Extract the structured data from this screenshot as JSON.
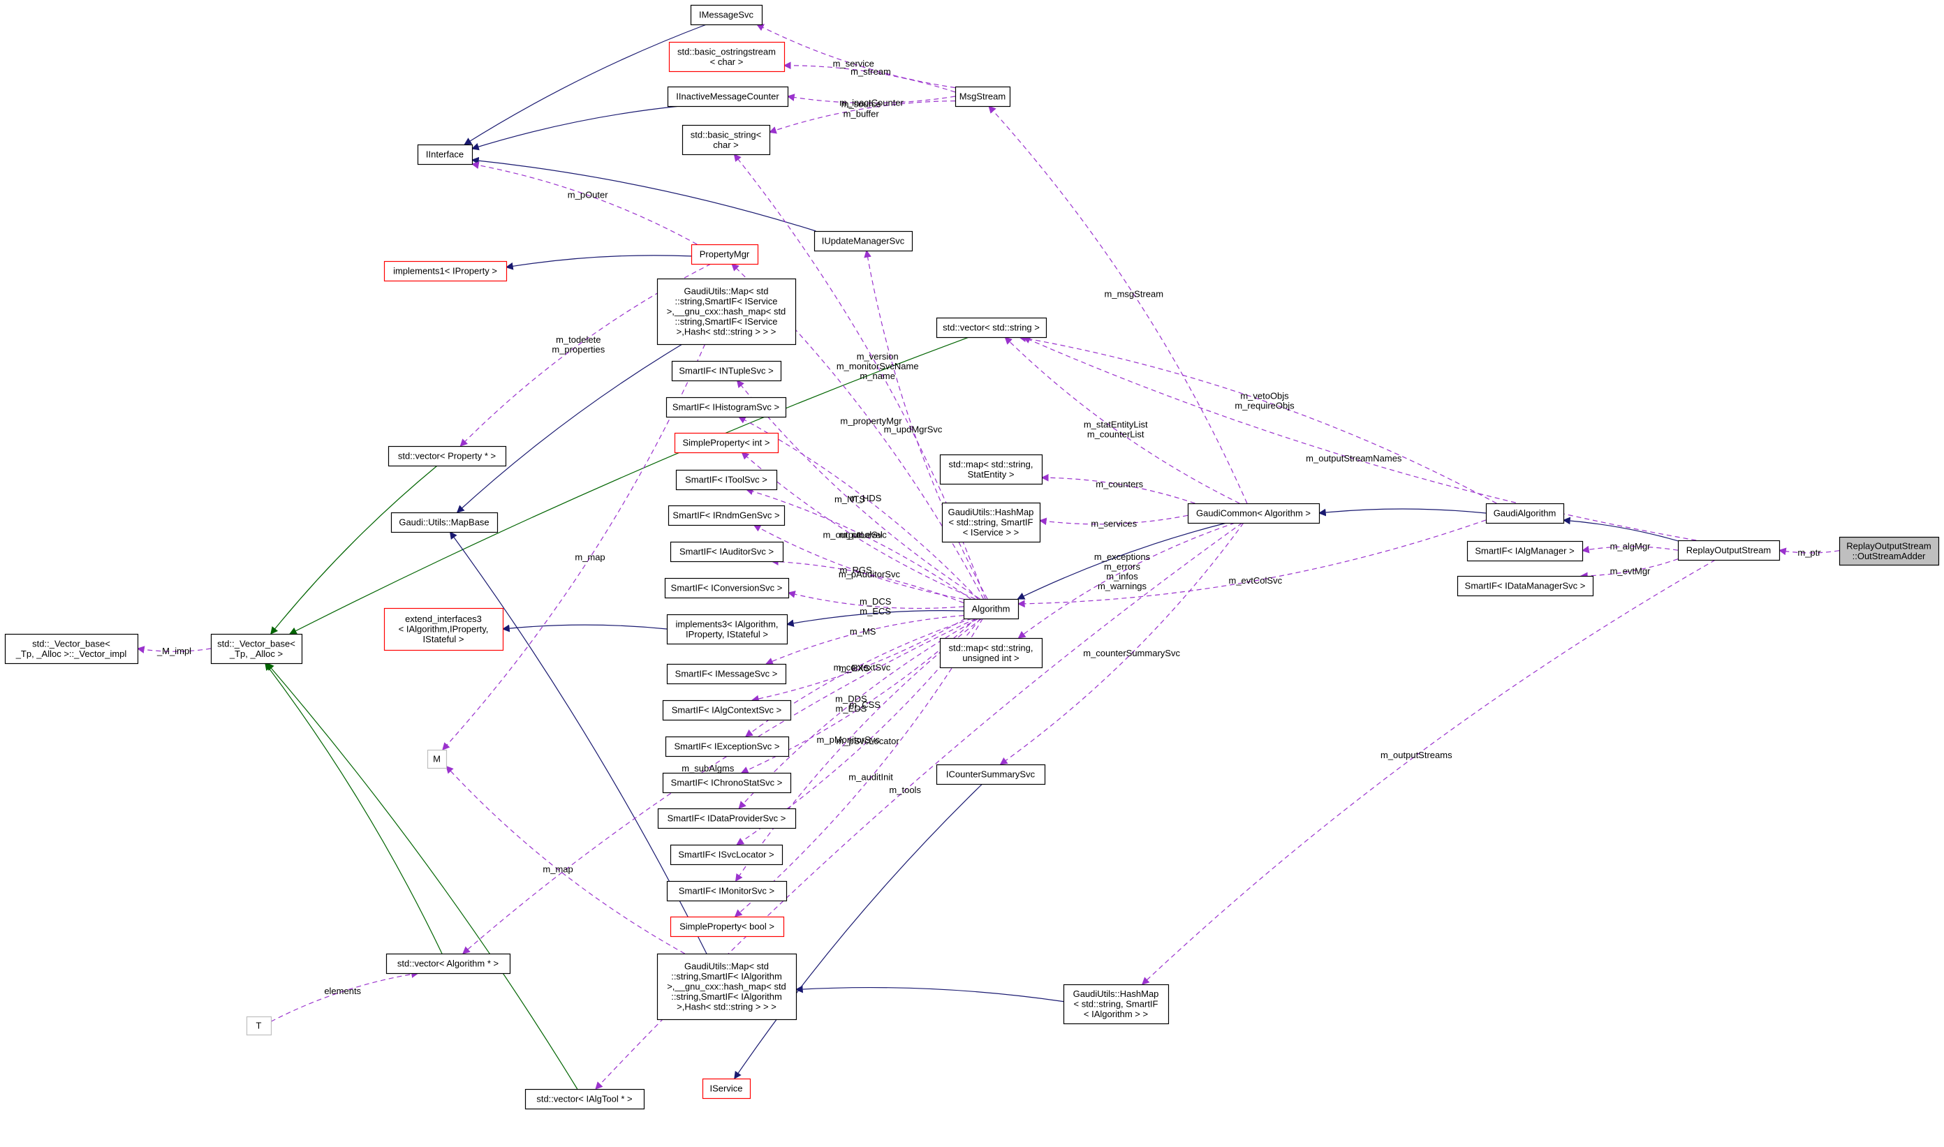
{
  "colors": {
    "node_border_normal": "#000000",
    "node_border_undocumented": "#ff0000",
    "node_border_external": "#bfbfbf",
    "highlight_fill": "#bfbfbf",
    "edge_usage": "#9a32cd",
    "edge_inheritance": "#191970",
    "edge_template": "#006400"
  },
  "nodes": {
    "IMessageSvc": {
      "lines": [
        "IMessageSvc"
      ],
      "style": "normal"
    },
    "basic_ostringstream": {
      "lines": [
        "std::basic_ostringstream",
        "< char >"
      ],
      "style": "red"
    },
    "IInactiveMessageCounter": {
      "lines": [
        "IInactiveMessageCounter"
      ],
      "style": "normal"
    },
    "basic_string": {
      "lines": [
        "std::basic_string<",
        "char >"
      ],
      "style": "normal"
    },
    "MsgStream": {
      "lines": [
        "MsgStream"
      ],
      "style": "normal"
    },
    "IInterface": {
      "lines": [
        "IInterface"
      ],
      "style": "normal"
    },
    "IUpdateManagerSvc": {
      "lines": [
        "IUpdateManagerSvc"
      ],
      "style": "normal"
    },
    "PropertyMgr": {
      "lines": [
        "PropertyMgr"
      ],
      "style": "red"
    },
    "implements1_IProperty": {
      "lines": [
        "implements1< IProperty >"
      ],
      "style": "red"
    },
    "GaudiUtils_Map_IService": {
      "lines": [
        "GaudiUtils::Map< std",
        "::string,SmartIF< IService",
        ">,__gnu_cxx::hash_map< std",
        "::string,SmartIF< IService",
        ">,Hash< std::string > > >"
      ],
      "style": "normal"
    },
    "vector_string": {
      "lines": [
        "std::vector< std::string >"
      ],
      "style": "normal"
    },
    "SmartIF_INTupleSvc": {
      "lines": [
        "SmartIF< INTupleSvc >"
      ],
      "style": "normal"
    },
    "SmartIF_IHistogramSvc": {
      "lines": [
        "SmartIF< IHistogramSvc >"
      ],
      "style": "normal"
    },
    "SimpleProperty_int": {
      "lines": [
        "SimpleProperty< int >"
      ],
      "style": "red"
    },
    "vector_Property": {
      "lines": [
        "std::vector< Property * >"
      ],
      "style": "normal"
    },
    "map_StatEntity": {
      "lines": [
        "std::map< std::string,",
        "StatEntity >"
      ],
      "style": "normal"
    },
    "SmartIF_IToolSvc": {
      "lines": [
        "SmartIF< IToolSvc >"
      ],
      "style": "normal"
    },
    "MapBase": {
      "lines": [
        "Gaudi::Utils::MapBase"
      ],
      "style": "normal"
    },
    "SmartIF_IRndmGenSvc": {
      "lines": [
        "SmartIF< IRndmGenSvc >"
      ],
      "style": "normal"
    },
    "HashMap_IService": {
      "lines": [
        "GaudiUtils::HashMap",
        "< std::string, SmartIF",
        "< IService > >"
      ],
      "style": "normal"
    },
    "GaudiCommon": {
      "lines": [
        "GaudiCommon< Algorithm >"
      ],
      "style": "normal"
    },
    "GaudiAlgorithm": {
      "lines": [
        "GaudiAlgorithm"
      ],
      "style": "normal"
    },
    "SmartIF_IAlgManager": {
      "lines": [
        "SmartIF< IAlgManager >"
      ],
      "style": "normal"
    },
    "ReplayOutputStream": {
      "lines": [
        "ReplayOutputStream"
      ],
      "style": "normal"
    },
    "OutStreamAdder": {
      "lines": [
        "ReplayOutputStream",
        "::OutStreamAdder"
      ],
      "style": "highlight"
    },
    "SmartIF_IDataManagerSvc": {
      "lines": [
        "SmartIF< IDataManagerSvc >"
      ],
      "style": "normal"
    },
    "SmartIF_IAuditorSvc": {
      "lines": [
        "SmartIF< IAuditorSvc >"
      ],
      "style": "normal"
    },
    "SmartIF_IConversionSvc": {
      "lines": [
        "SmartIF< IConversionSvc >"
      ],
      "style": "normal"
    },
    "Algorithm": {
      "lines": [
        "Algorithm"
      ],
      "style": "normal"
    },
    "extend_interfaces3": {
      "lines": [
        "extend_interfaces3",
        "< IAlgorithm,IProperty,",
        "IStateful >"
      ],
      "style": "red"
    },
    "implements3": {
      "lines": [
        "implements3< IAlgorithm,",
        "IProperty, IStateful >"
      ],
      "style": "normal"
    },
    "Vector_base_impl": {
      "lines": [
        "std::_Vector_base<",
        "_Tp, _Alloc >::_Vector_impl"
      ],
      "style": "normal"
    },
    "Vector_base": {
      "lines": [
        "std::_Vector_base<",
        "_Tp, _Alloc >"
      ],
      "style": "normal"
    },
    "map_uint": {
      "lines": [
        "std::map< std::string,",
        "unsigned int >"
      ],
      "style": "normal"
    },
    "SmartIF_IMessageSvc": {
      "lines": [
        "SmartIF< IMessageSvc >"
      ],
      "style": "normal"
    },
    "SmartIF_IAlgContextSvc": {
      "lines": [
        "SmartIF< IAlgContextSvc >"
      ],
      "style": "normal"
    },
    "SmartIF_IExceptionSvc": {
      "lines": [
        "SmartIF< IExceptionSvc >"
      ],
      "style": "normal"
    },
    "M": {
      "lines": [
        "M"
      ],
      "style": "gray"
    },
    "ICounterSummarySvc": {
      "lines": [
        "ICounterSummarySvc"
      ],
      "style": "normal"
    },
    "SmartIF_IChronoStatSvc": {
      "lines": [
        "SmartIF< IChronoStatSvc >"
      ],
      "style": "normal"
    },
    "SmartIF_IDataProviderSvc": {
      "lines": [
        "SmartIF< IDataProviderSvc >"
      ],
      "style": "normal"
    },
    "SmartIF_ISvcLocator": {
      "lines": [
        "SmartIF< ISvcLocator >"
      ],
      "style": "normal"
    },
    "SmartIF_IMonitorSvc": {
      "lines": [
        "SmartIF< IMonitorSvc >"
      ],
      "style": "normal"
    },
    "SimpleProperty_bool": {
      "lines": [
        "SimpleProperty< bool >"
      ],
      "style": "red"
    },
    "vector_Algorithm": {
      "lines": [
        "std::vector< Algorithm * >"
      ],
      "style": "normal"
    },
    "GaudiUtils_Map_IAlgorithm": {
      "lines": [
        "GaudiUtils::Map< std",
        "::string,SmartIF< IAlgorithm",
        ">,__gnu_cxx::hash_map< std",
        "::string,SmartIF< IAlgorithm",
        ">,Hash< std::string > > >"
      ],
      "style": "normal"
    },
    "HashMap_IAlgorithm": {
      "lines": [
        "GaudiUtils::HashMap",
        "< std::string, SmartIF",
        "< IAlgorithm > >"
      ],
      "style": "normal"
    },
    "T": {
      "lines": [
        "T"
      ],
      "style": "gray"
    },
    "IService": {
      "lines": [
        "IService"
      ],
      "style": "red"
    },
    "vector_IAlgTool": {
      "lines": [
        "std::vector< IAlgTool * >"
      ],
      "style": "normal"
    }
  },
  "edges": [
    {
      "from": "MsgStream",
      "to": "IMessageSvc",
      "kind": "usage",
      "label": [
        "m_service"
      ]
    },
    {
      "from": "MsgStream",
      "to": "basic_ostringstream",
      "kind": "usage",
      "label": [
        "m_stream"
      ]
    },
    {
      "from": "MsgStream",
      "to": "IInactiveMessageCounter",
      "kind": "usage",
      "label": [
        "m_inactCounter"
      ]
    },
    {
      "from": "MsgStream",
      "to": "basic_string",
      "kind": "usage",
      "label": [
        "m_source",
        "m_buffer"
      ]
    },
    {
      "from": "IMessageSvc",
      "to": "IInterface",
      "kind": "inheritance"
    },
    {
      "from": "IInactiveMessageCounter",
      "to": "IInterface",
      "kind": "inheritance"
    },
    {
      "from": "IUpdateManagerSvc",
      "to": "IInterface",
      "kind": "inheritance"
    },
    {
      "from": "PropertyMgr",
      "to": "IInterface",
      "kind": "usage",
      "label": [
        "m_pOuter"
      ]
    },
    {
      "from": "PropertyMgr",
      "to": "implements1_IProperty",
      "kind": "inheritance"
    },
    {
      "from": "PropertyMgr",
      "to": "vector_Property",
      "kind": "usage",
      "label": [
        "m_todelete",
        "m_properties"
      ]
    },
    {
      "from": "vector_Property",
      "to": "Vector_base",
      "kind": "template"
    },
    {
      "from": "vector_string",
      "to": "Vector_base",
      "kind": "template"
    },
    {
      "from": "vector_Algorithm",
      "to": "Vector_base",
      "kind": "template"
    },
    {
      "from": "vector_IAlgTool",
      "to": "Vector_base",
      "kind": "template"
    },
    {
      "from": "Vector_base",
      "to": "Vector_base_impl",
      "kind": "usage",
      "label": [
        "_M_impl"
      ]
    },
    {
      "from": "GaudiUtils_Map_IService",
      "to": "MapBase",
      "kind": "inheritance"
    },
    {
      "from": "GaudiUtils_Map_IService",
      "to": "M",
      "kind": "usage",
      "label": [
        "m_map"
      ]
    },
    {
      "from": "GaudiUtils_Map_IAlgorithm",
      "to": "MapBase",
      "kind": "inheritance"
    },
    {
      "from": "GaudiUtils_Map_IAlgorithm",
      "to": "M",
      "kind": "usage",
      "label": [
        "m_map"
      ]
    },
    {
      "from": "HashMap_IAlgorithm",
      "to": "GaudiUtils_Map_IAlgorithm",
      "kind": "inheritance"
    },
    {
      "from": "T",
      "to": "vector_Algorithm",
      "kind": "usage",
      "label": [
        "elements"
      ]
    },
    {
      "from": "Algorithm",
      "to": "basic_string",
      "kind": "usage",
      "label": [
        "m_version",
        "m_monitorSvcName",
        "m_name"
      ]
    },
    {
      "from": "Algorithm",
      "to": "IUpdateManagerSvc",
      "kind": "usage",
      "label": [
        "m_updMgrSvc"
      ]
    },
    {
      "from": "Algorithm",
      "to": "PropertyMgr",
      "kind": "usage",
      "label": [
        "m_propertyMgr"
      ]
    },
    {
      "from": "Algorithm",
      "to": "SmartIF_INTupleSvc",
      "kind": "usage",
      "label": [
        "m_NTS"
      ]
    },
    {
      "from": "Algorithm",
      "to": "SmartIF_IHistogramSvc",
      "kind": "usage",
      "label": [
        "m_HDS"
      ]
    },
    {
      "from": "Algorithm",
      "to": "SimpleProperty_int",
      "kind": "usage",
      "label": [
        "m_outputLevel"
      ]
    },
    {
      "from": "Algorithm",
      "to": "SmartIF_IToolSvc",
      "kind": "usage",
      "label": [
        "m_ptoolSvc"
      ]
    },
    {
      "from": "Algorithm",
      "to": "SmartIF_IRndmGenSvc",
      "kind": "usage",
      "label": [
        "m_RGS"
      ]
    },
    {
      "from": "Algorithm",
      "to": "SmartIF_IAuditorSvc",
      "kind": "usage",
      "label": [
        "m_pAuditorSvc"
      ]
    },
    {
      "from": "Algorithm",
      "to": "SmartIF_IConversionSvc",
      "kind": "usage",
      "label": [
        "m_DCS",
        "m_ECS"
      ]
    },
    {
      "from": "Algorithm",
      "to": "implements3",
      "kind": "inheritance"
    },
    {
      "from": "implements3",
      "to": "extend_interfaces3",
      "kind": "inheritance"
    },
    {
      "from": "Algorithm",
      "to": "SmartIF_IMessageSvc",
      "kind": "usage",
      "label": [
        "m_MS"
      ]
    },
    {
      "from": "Algorithm",
      "to": "SmartIF_IAlgContextSvc",
      "kind": "usage",
      "label": [
        "m_contextSvc"
      ]
    },
    {
      "from": "Algorithm",
      "to": "SmartIF_IExceptionSvc",
      "kind": "usage",
      "label": [
        "m_EXS"
      ]
    },
    {
      "from": "Algorithm",
      "to": "SmartIF_IChronoStatSvc",
      "kind": "usage",
      "label": [
        "m_CSS"
      ]
    },
    {
      "from": "Algorithm",
      "to": "SmartIF_IDataProviderSvc",
      "kind": "usage",
      "label": [
        "m_DDS",
        "m_EDS"
      ]
    },
    {
      "from": "Algorithm",
      "to": "SmartIF_ISvcLocator",
      "kind": "usage",
      "label": [
        "m_pSvcLocator"
      ]
    },
    {
      "from": "Algorithm",
      "to": "SmartIF_IMonitorSvc",
      "kind": "usage",
      "label": [
        "m_pMonitorSvc"
      ]
    },
    {
      "from": "Algorithm",
      "to": "SimpleProperty_bool",
      "kind": "usage",
      "label": [
        "m_auditInit"
      ]
    },
    {
      "from": "Algorithm",
      "to": "vector_Algorithm",
      "kind": "usage",
      "label": [
        "m_subAlgms"
      ]
    },
    {
      "from": "GaudiCommon",
      "to": "Algorithm",
      "kind": "inheritance"
    },
    {
      "from": "GaudiCommon",
      "to": "MsgStream",
      "kind": "usage",
      "label": [
        "m_msgStream"
      ]
    },
    {
      "from": "GaudiCommon",
      "to": "vector_string",
      "kind": "usage",
      "label": [
        "m_statEntityList",
        "m_counterList"
      ]
    },
    {
      "from": "GaudiCommon",
      "to": "map_StatEntity",
      "kind": "usage",
      "label": [
        "m_counters"
      ]
    },
    {
      "from": "GaudiCommon",
      "to": "HashMap_IService",
      "kind": "usage",
      "label": [
        "m_services"
      ]
    },
    {
      "from": "GaudiCommon",
      "to": "map_uint",
      "kind": "usage",
      "label": [
        "m_exceptions",
        "m_errors",
        "m_infos",
        "m_warnings"
      ]
    },
    {
      "from": "GaudiCommon",
      "to": "ICounterSummarySvc",
      "kind": "usage",
      "label": [
        "m_counterSummarySvc"
      ]
    },
    {
      "from": "GaudiCommon",
      "to": "vector_IAlgTool",
      "kind": "usage",
      "label": [
        "m_tools"
      ]
    },
    {
      "from": "GaudiAlgorithm",
      "to": "GaudiCommon",
      "kind": "inheritance"
    },
    {
      "from": "GaudiAlgorithm",
      "to": "vector_string",
      "kind": "usage",
      "label": [
        "m_vetoObjs",
        "m_requireObjs"
      ]
    },
    {
      "from": "GaudiAlgorithm",
      "to": "Algorithm",
      "kind": "usage",
      "label": [
        "m_evtColSvc"
      ]
    },
    {
      "from": "ReplayOutputStream",
      "to": "GaudiAlgorithm",
      "kind": "inheritance"
    },
    {
      "from": "ReplayOutputStream",
      "to": "vector_string",
      "kind": "usage",
      "label": [
        "m_outputStreamNames"
      ]
    },
    {
      "from": "ReplayOutputStream",
      "to": "SmartIF_IAlgManager",
      "kind": "usage",
      "label": [
        "m_algMgr"
      ]
    },
    {
      "from": "ReplayOutputStream",
      "to": "SmartIF_IDataManagerSvc",
      "kind": "usage",
      "label": [
        "m_evtMgr"
      ]
    },
    {
      "from": "ReplayOutputStream",
      "to": "HashMap_IAlgorithm",
      "kind": "usage",
      "label": [
        "m_outputStreams"
      ]
    },
    {
      "from": "OutStreamAdder",
      "to": "ReplayOutputStream",
      "kind": "usage",
      "label": [
        "m_ptr"
      ]
    },
    {
      "from": "ICounterSummarySvc",
      "to": "IService",
      "kind": "inheritance"
    }
  ]
}
